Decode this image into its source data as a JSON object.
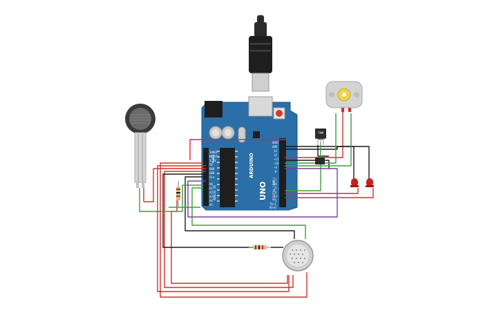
{
  "colors": {
    "background": "#ffffff",
    "board": "#2a6fa7",
    "board_dark": "#1d5685",
    "wire_red": "#d62b2b",
    "wire_black": "#1a1a1a",
    "wire_green": "#3a9d3a",
    "wire_purple": "#7b3fa0",
    "led": "#c8201e",
    "fsr": "#3a3a3a",
    "motor_body": "#d4d4d4",
    "motor_center": "#f2d24a",
    "piezo": "#cfcfcf"
  },
  "board": {
    "brand": "ARDUINO",
    "model": "UNO",
    "digital_label": "DIGITAL (PWM~)",
    "analog_label": "ANALOG IN",
    "power_label": "POWER",
    "top_pins": [
      "AREF",
      "GND",
      "13",
      "12",
      "~11",
      "~10",
      "~9",
      "8"
    ],
    "bottom_pins": [
      "7",
      "~6",
      "~5",
      "4",
      "~3",
      "2",
      "TX→1",
      "RX←0"
    ],
    "power_pins": [
      "IOREF",
      "RESET",
      "3.3V",
      "5V",
      "GND",
      "GND",
      "Vin"
    ],
    "analog_pins": [
      "A0",
      "A1",
      "A2",
      "A3",
      "A4",
      "A5"
    ]
  },
  "components": {
    "sensor_label": "TMP",
    "fsr": "force-sensitive-resistor",
    "motor": "dc-motor",
    "piezo": "piezo-buzzer",
    "led_count": 2,
    "resistor_count": 2
  }
}
